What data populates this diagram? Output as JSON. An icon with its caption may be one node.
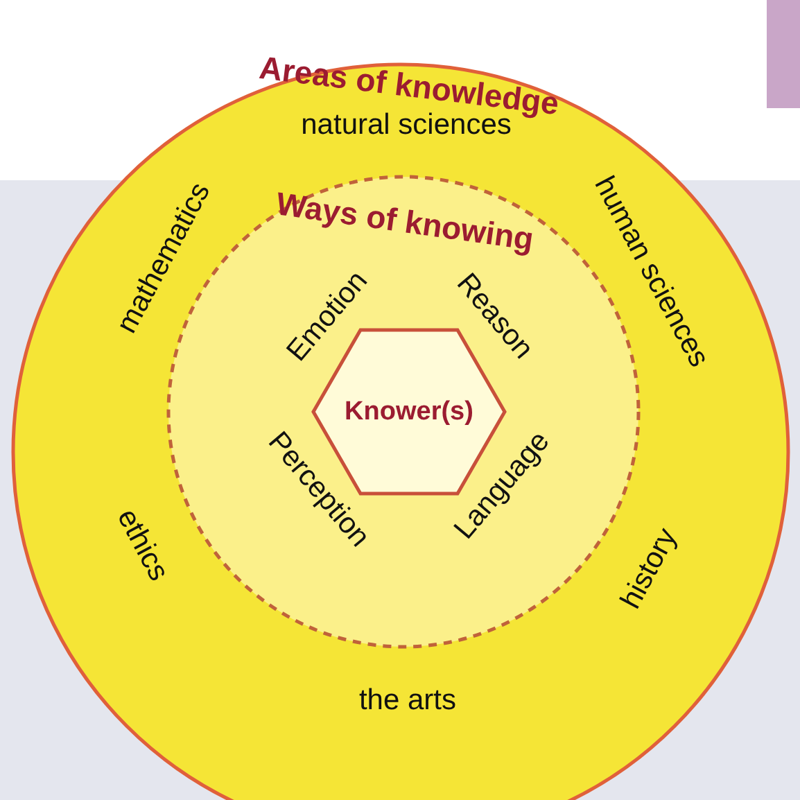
{
  "diagram": {
    "nodes": [
      {
        "text": [
          "Areas of knowledge",
          "natural sciences",
          "human sciences",
          "history",
          "the arts",
          "ethics",
          "mathematics"
        ]
      },
      {
        "text": [
          "Ways of knowing",
          "Emotion",
          "Reason",
          "Language",
          "Perception"
        ],
        "in": 0
      },
      {
        "text": [
          "Knower(s)"
        ],
        "in": 1
      }
    ]
  }
}
